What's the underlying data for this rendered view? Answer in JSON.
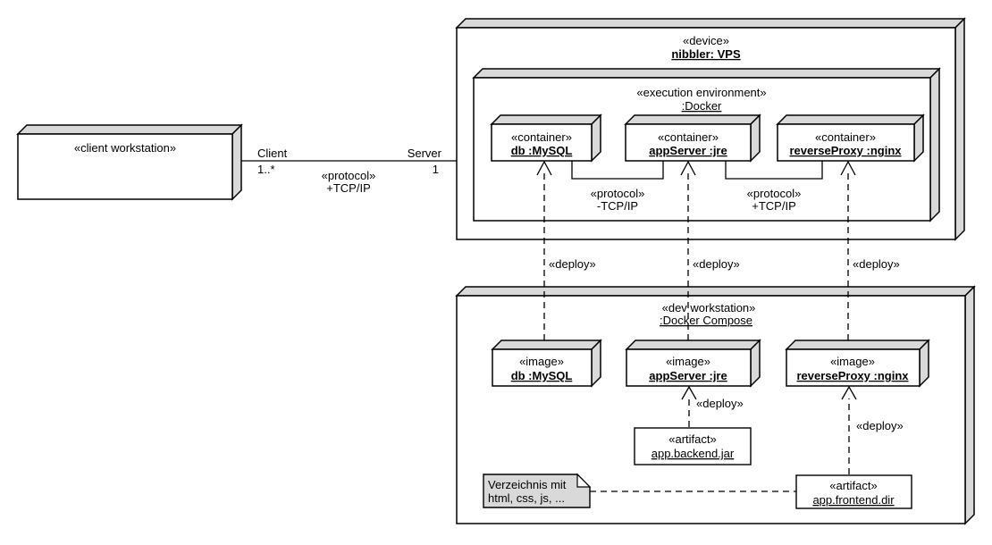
{
  "colors": {
    "background": "#ffffff",
    "node_front": "#ffffff",
    "node_3d_face": "#d9d9d9",
    "stroke": "#000000",
    "note_fill": "#d9d9d9"
  },
  "client_node": {
    "stereotype": "«client workstation»"
  },
  "association": {
    "client_role": "Client",
    "client_multiplicity": "1..*",
    "server_role": "Server",
    "server_multiplicity": "1",
    "stereotype": "«protocol»",
    "label": "+TCP/IP"
  },
  "device_node": {
    "stereotype": "«device»",
    "name": "nibbler: VPS"
  },
  "execution_env": {
    "stereotype": "«execution environment»",
    "name": ":Docker"
  },
  "containers": [
    {
      "stereotype": "«container»",
      "name": "db :MySQL"
    },
    {
      "stereotype": "«container»",
      "name": "appServer :jre"
    },
    {
      "stereotype": "«container»",
      "name": "reverseProxy :nginx"
    }
  ],
  "protocol_links": [
    {
      "stereotype": "«protocol»",
      "label": "-TCP/IP"
    },
    {
      "stereotype": "«protocol»",
      "label": "+TCP/IP"
    }
  ],
  "deploy_labels": [
    "«deploy»",
    "«deploy»",
    "«deploy»",
    "«deploy»",
    "«deploy»"
  ],
  "dev_node": {
    "stereotype": "«dev workstation»",
    "name": ":Docker Compose"
  },
  "images": [
    {
      "stereotype": "«image»",
      "name": "db :MySQL"
    },
    {
      "stereotype": "«image»",
      "name": "appServer :jre"
    },
    {
      "stereotype": "«image»",
      "name": "reverseProxy :nginx"
    }
  ],
  "artifacts": [
    {
      "stereotype": "«artifact»",
      "name": "app.backend.jar"
    },
    {
      "stereotype": "«artifact»",
      "name": "app.frontend.dir"
    }
  ],
  "note": {
    "line1": "Verzeichnis mit",
    "line2": "html, css, js, ..."
  }
}
